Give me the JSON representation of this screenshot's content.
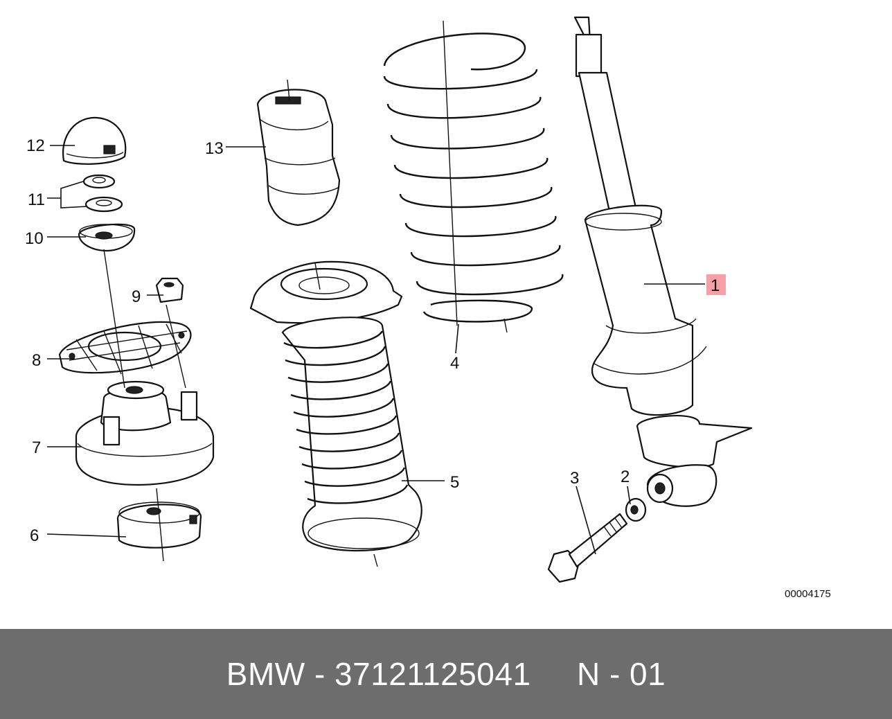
{
  "diagram": {
    "callouts": [
      {
        "id": "1",
        "label": "1",
        "highlighted": true
      },
      {
        "id": "2",
        "label": "2"
      },
      {
        "id": "3",
        "label": "3"
      },
      {
        "id": "4",
        "label": "4"
      },
      {
        "id": "5",
        "label": "5"
      },
      {
        "id": "6",
        "label": "6"
      },
      {
        "id": "7",
        "label": "7"
      },
      {
        "id": "8",
        "label": "8"
      },
      {
        "id": "9",
        "label": "9"
      },
      {
        "id": "10",
        "label": "10"
      },
      {
        "id": "11",
        "label": "11"
      },
      {
        "id": "12",
        "label": "12"
      },
      {
        "id": "13",
        "label": "13"
      }
    ],
    "reference_number": "00004175",
    "highlight_color": "#f4a0a6"
  },
  "footer": {
    "text": "BMW - 37121125041     N - 01"
  }
}
